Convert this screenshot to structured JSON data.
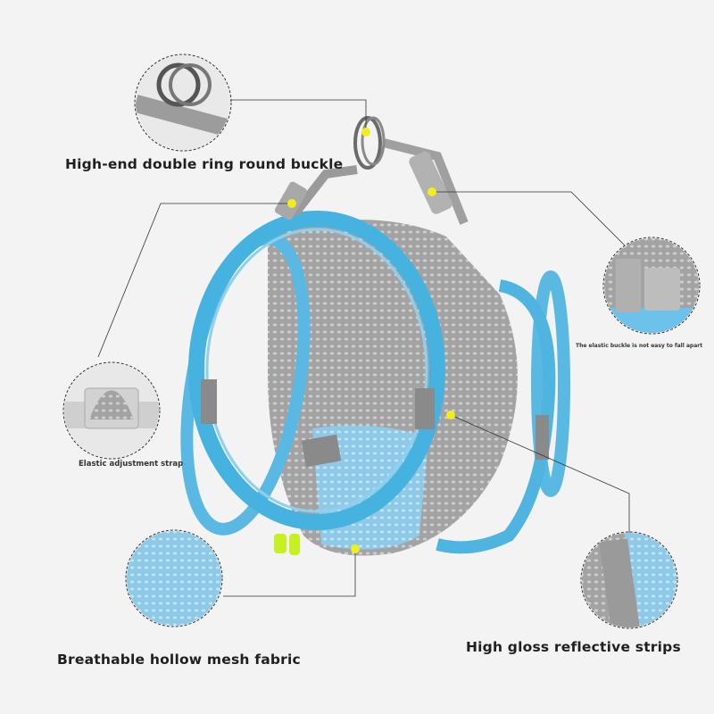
{
  "callouts": {
    "ring_buckle": "High-end double ring round buckle",
    "elastic_buckle": "The elastic buckle is not easy to fall apart",
    "adjustment_strap": "Elastic adjustment strap",
    "mesh_fabric": "Breathable hollow mesh fabric",
    "reflective_strips": "High gloss reflective strips"
  },
  "colors": {
    "background": "#f3f3f3",
    "trim_blue": "#4fb8e0",
    "mesh_blue": "#9fd3ee",
    "mesh_gray": "#a9a9a9",
    "reflective_gray": "#8a8a8a",
    "marker_yellow": "#f2ee1a",
    "accent_green": "#c8f020"
  }
}
